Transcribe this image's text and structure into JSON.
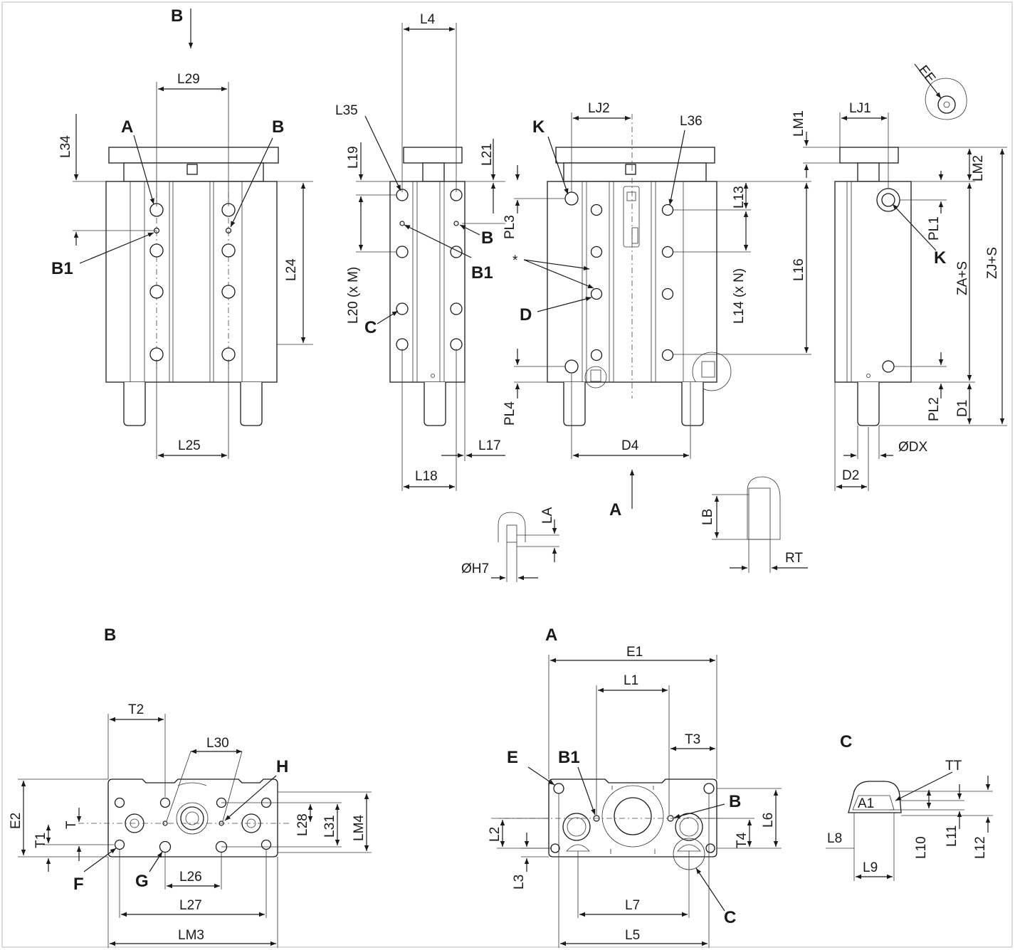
{
  "dims": {
    "L29": "L29",
    "L34": "L34",
    "L24": "L24",
    "L25": "L25",
    "L4": "L4",
    "L35": "L35",
    "L19": "L19",
    "L21": "L21",
    "PL3": "PL3",
    "L20": "L20 (x M)",
    "L17": "L17",
    "L18": "L18",
    "LJ2": "LJ2",
    "L36": "L36",
    "L13": "L13",
    "L16": "L16",
    "L14": "L14 (x N)",
    "PL4": "PL4",
    "D4": "D4",
    "LM1": "LM1",
    "LJ1": "LJ1",
    "LM2": "LM2",
    "PL1": "PL1",
    "ZAS": "ZA+S",
    "ZJS": "ZJ+S",
    "PL2": "PL2",
    "D1": "D1",
    "DX": "ØDX",
    "D2": "D2",
    "EE": "EE",
    "LA": "LA",
    "H7": "ØH7",
    "LB": "LB",
    "RT": "RT",
    "T2": "T2",
    "L30": "L30",
    "E2": "E2",
    "T1": "T1",
    "T": "T",
    "L28": "L28",
    "L31": "L31",
    "LM4": "LM4",
    "L26": "L26",
    "L27": "L27",
    "LM3": "LM3",
    "E1": "E1",
    "L1": "L1",
    "T3": "T3",
    "L6": "L6",
    "T4": "T4",
    "L2": "L2",
    "L3": "L3",
    "L7": "L7",
    "L5": "L5",
    "TT": "TT",
    "A1": "A1",
    "L8": "L8",
    "L9": "L9",
    "L10": "L10",
    "L11": "L11",
    "L12": "L12",
    "star": "*"
  },
  "labels": {
    "B": "B",
    "A": "A",
    "B1": "B1",
    "C": "C",
    "D": "D",
    "K": "K",
    "E": "E",
    "F": "F",
    "G": "G",
    "H": "H"
  }
}
